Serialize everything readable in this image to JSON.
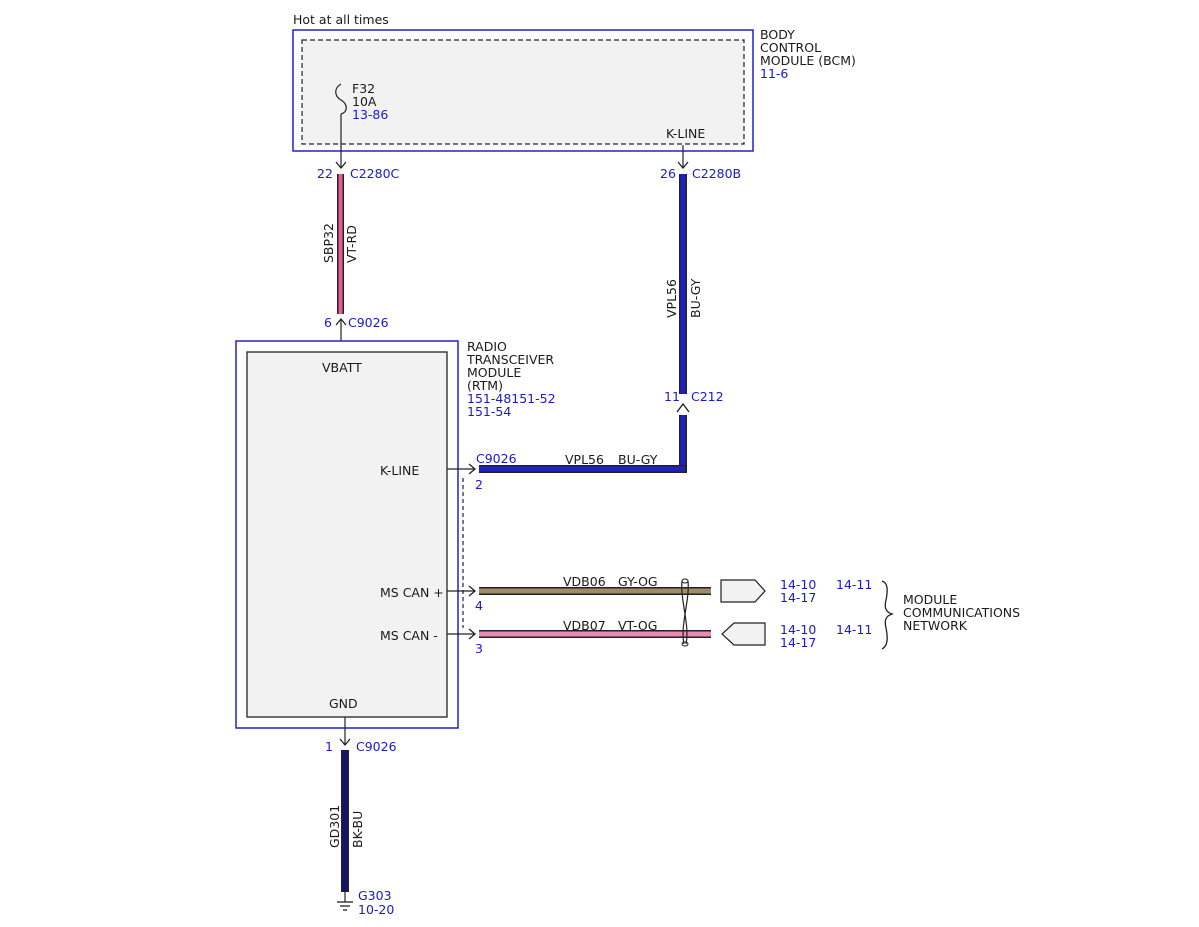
{
  "power_source": "Hot at all times",
  "bcm": {
    "name_lines": [
      "BODY",
      "CONTROL",
      "MODULE (BCM)"
    ],
    "ref": "11-6",
    "fuse": {
      "id": "F32",
      "rating": "10A",
      "ref": "13-86"
    },
    "kline_label": "K-LINE"
  },
  "connectors": {
    "c2280c": {
      "pin": "22",
      "name": "C2280C"
    },
    "c2280b": {
      "pin": "26",
      "name": "C2280B"
    },
    "c9026_vbatt": {
      "pin": "6",
      "name": "C9026"
    },
    "c212": {
      "pin": "11",
      "name": "C212"
    },
    "c9026_kline": {
      "pin": "2",
      "name": "C9026"
    },
    "c9026_mscan_p": {
      "pin": "4"
    },
    "c9026_mscan_n": {
      "pin": "3"
    },
    "c9026_gnd": {
      "pin": "1",
      "name": "C9026"
    }
  },
  "wires": {
    "sbp32": {
      "circuit": "SBP32",
      "color": "VT-RD",
      "hex": "#e85a9a"
    },
    "vpl56_vertical": {
      "circuit": "VPL56",
      "color": "BU-GY",
      "hex": "#2020c8"
    },
    "vpl56_horizontal": {
      "circuit": "VPL56",
      "color": "BU-GY",
      "hex": "#2020c8"
    },
    "vdb06": {
      "circuit": "VDB06",
      "color": "GY-OG",
      "hex": "#a08c6a"
    },
    "vdb07": {
      "circuit": "VDB07",
      "color": "VT-OG",
      "hex": "#e06aa0"
    },
    "gd301": {
      "circuit": "GD301",
      "color": "BK-BU",
      "hex": "#14146e"
    }
  },
  "rtm": {
    "name_lines": [
      "RADIO",
      "TRANSCEIVER",
      "MODULE",
      "(RTM)"
    ],
    "refs": [
      "151-48151-52",
      "151-54"
    ],
    "pins": {
      "vbatt": "VBATT",
      "kline": "K-LINE",
      "mscan_plus": "MS CAN +",
      "mscan_minus": "MS CAN -",
      "gnd": "GND"
    }
  },
  "network": {
    "mscan_plus_refs": [
      "14-10",
      "14-11",
      "14-17"
    ],
    "mscan_minus_refs": [
      "14-10",
      "14-11",
      "14-17"
    ],
    "label_lines": [
      "MODULE",
      "COMMUNICATIONS",
      "NETWORK"
    ]
  },
  "ground": {
    "name": "G303",
    "ref": "10-20"
  }
}
